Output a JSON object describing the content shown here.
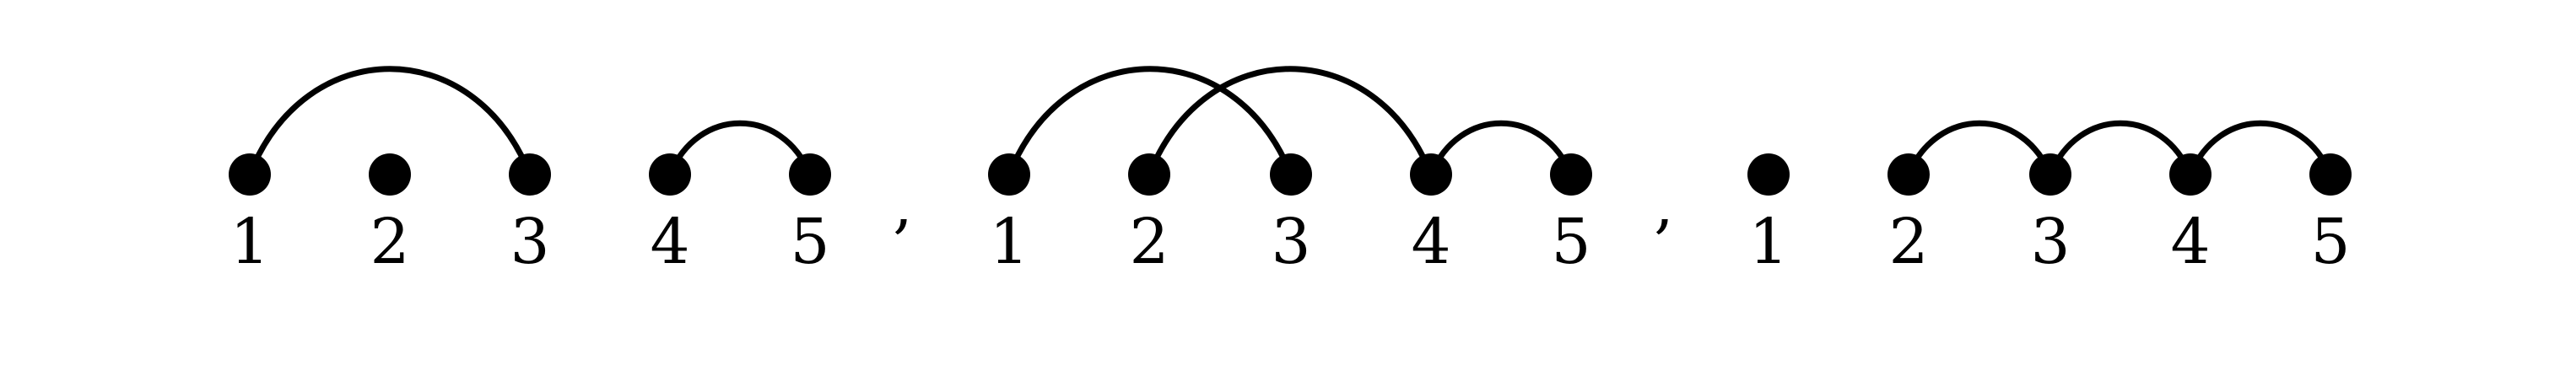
{
  "diagram": {
    "groups": [
      {
        "nodes": [
          "1",
          "2",
          "3",
          "4",
          "5"
        ],
        "arcs": [
          [
            1,
            3
          ],
          [
            4,
            5
          ]
        ]
      },
      {
        "nodes": [
          "1",
          "2",
          "3",
          "4",
          "5"
        ],
        "arcs": [
          [
            1,
            3
          ],
          [
            2,
            4
          ],
          [
            4,
            5
          ]
        ]
      },
      {
        "nodes": [
          "1",
          "2",
          "3",
          "4",
          "5"
        ],
        "arcs": [
          [
            2,
            3
          ],
          [
            3,
            4
          ],
          [
            4,
            5
          ]
        ]
      }
    ],
    "separator": ","
  }
}
